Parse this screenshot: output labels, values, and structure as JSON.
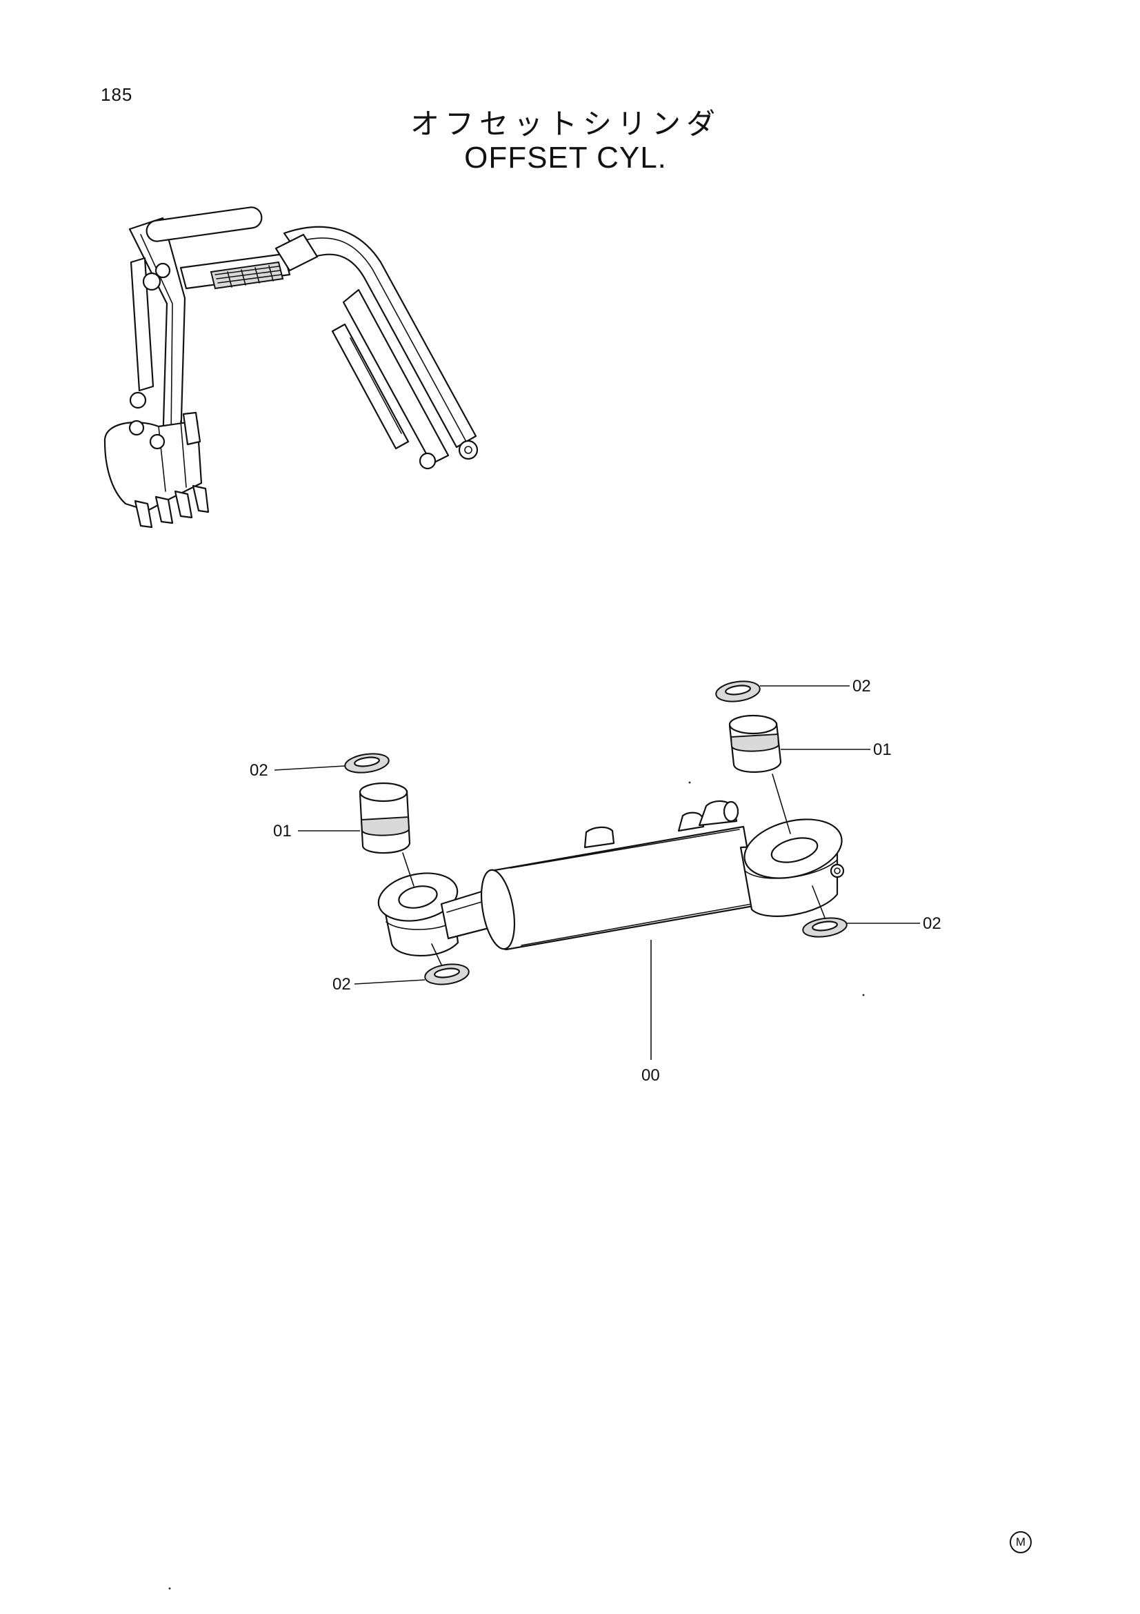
{
  "header": {
    "page_number": "185",
    "title_jp": "オフセットシリンダ",
    "title_en": "OFFSET CYL."
  },
  "diagram": {
    "callouts": [
      {
        "id": "c1",
        "label": "02"
      },
      {
        "id": "c2",
        "label": "01"
      },
      {
        "id": "c3",
        "label": "02"
      },
      {
        "id": "c4",
        "label": "01"
      },
      {
        "id": "c5",
        "label": "02"
      },
      {
        "id": "c6",
        "label": "02"
      },
      {
        "id": "c7",
        "label": "00"
      }
    ]
  },
  "footer": {
    "mark": "M"
  }
}
